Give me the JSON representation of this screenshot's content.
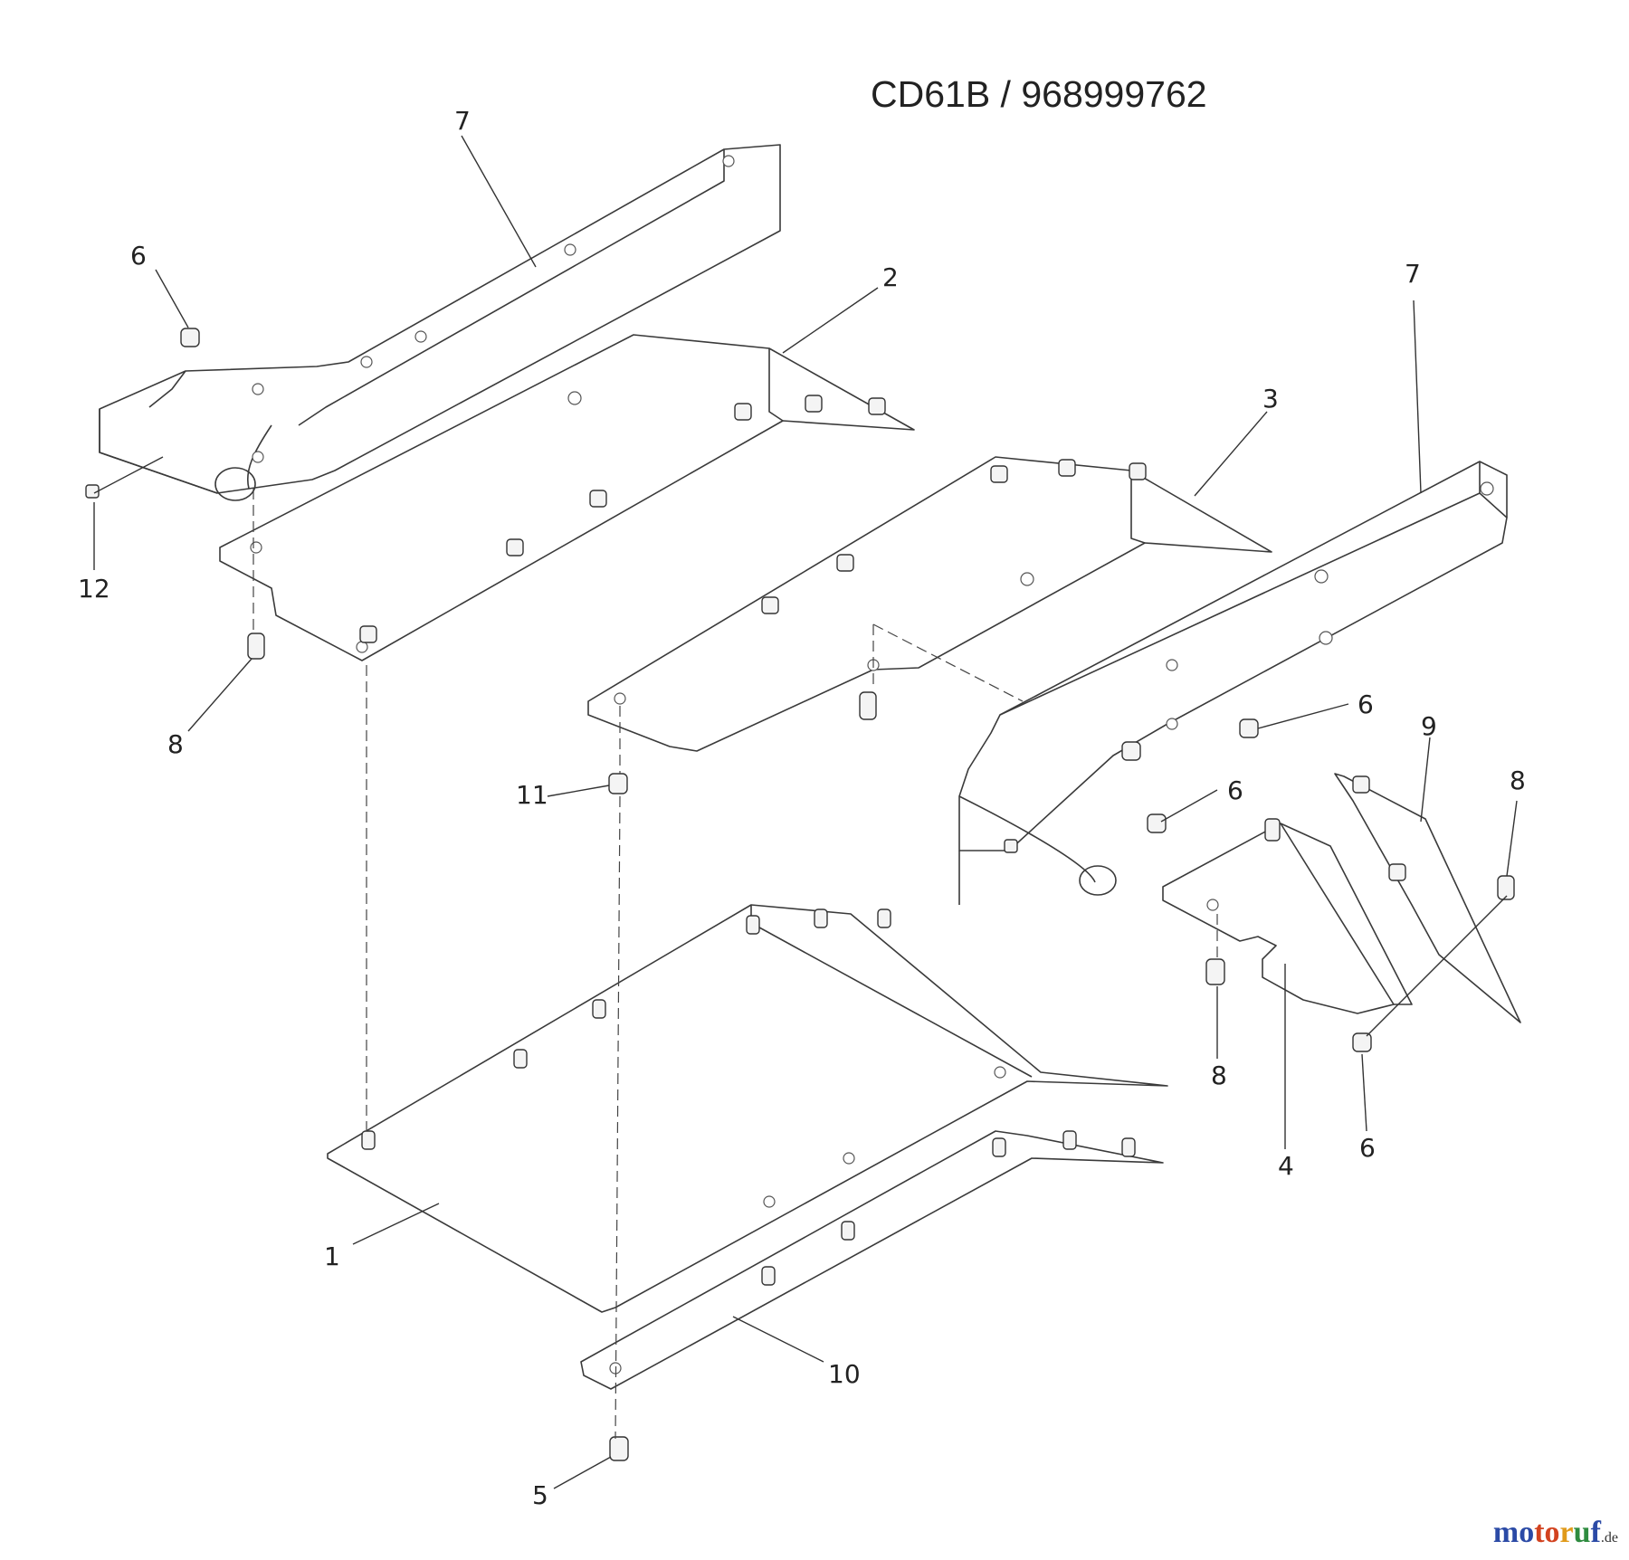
{
  "title": "CD61B / 968999762",
  "callouts": {
    "c1": "1",
    "c2": "2",
    "c3": "3",
    "c4": "4",
    "c5": "5",
    "c6a": "6",
    "c6b": "6",
    "c6c": "6",
    "c6d": "6",
    "c7a": "7",
    "c7b": "7",
    "c8a": "8",
    "c8b": "8",
    "c8c": "8",
    "c9": "9",
    "c10": "10",
    "c11": "11",
    "c12": "12"
  },
  "brand": {
    "p1": "mo",
    "p2": "to",
    "p3": "r",
    "p4": "u",
    "p5": "f",
    "tld": ".de"
  },
  "colors": {
    "line": "#3a3a3a",
    "brand_blue": "#2b4aa6",
    "brand_red": "#d2421f",
    "brand_orange": "#e09a1a",
    "brand_green": "#2e8b3f"
  }
}
